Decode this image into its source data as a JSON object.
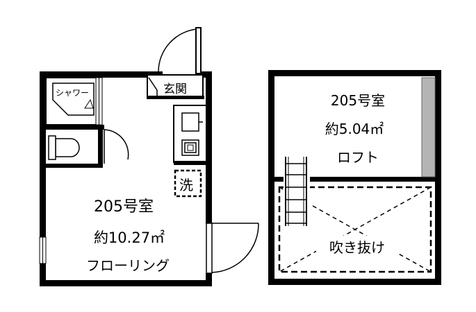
{
  "floor1": {
    "room_number": "205号室",
    "area": "約10.27㎡",
    "floor_type": "フローリング",
    "entrance_label": "玄関",
    "shower_label": "シャワー",
    "washer_label": "洗"
  },
  "loft": {
    "room_number": "205号室",
    "area": "約5.04㎡",
    "type_label": "ロフト",
    "void_label": "吹き抜け"
  }
}
